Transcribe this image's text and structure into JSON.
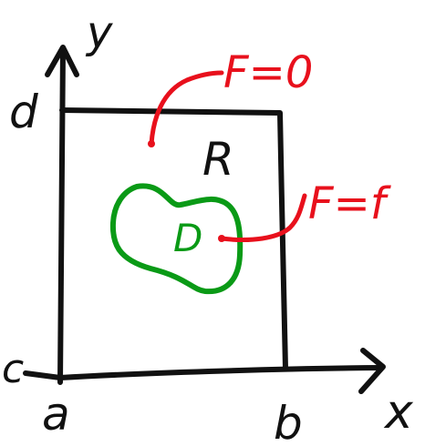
{
  "labels": {
    "y_axis": "y",
    "x_axis": "x",
    "top_bound": "d",
    "bottom_bound": "c",
    "left_bound": "a",
    "right_bound": "b",
    "region": "R",
    "subregion": "D"
  },
  "annotations": {
    "outside": "F=0",
    "inside": "F=f"
  },
  "colors": {
    "ink": "#111111",
    "red": "#e8101c",
    "green": "#0a9a16"
  }
}
